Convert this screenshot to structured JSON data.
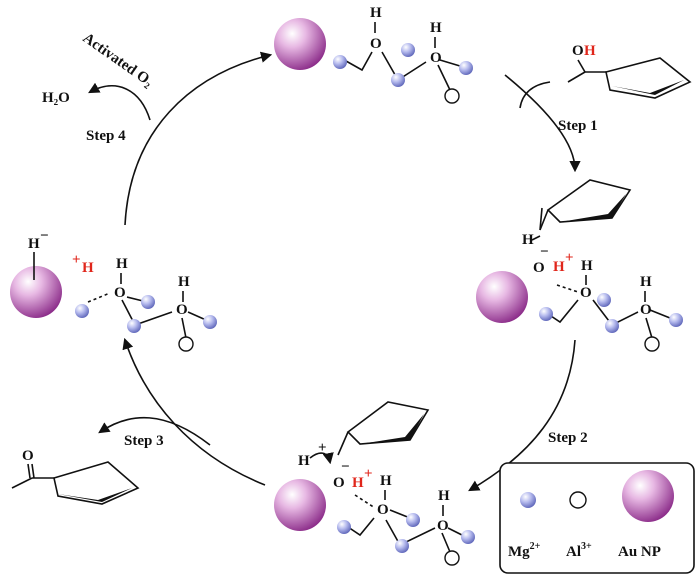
{
  "steps": {
    "step1": "Step 1",
    "step2": "Step 2",
    "step3": "Step 3",
    "step4": "Step 4"
  },
  "activated_o2": "Activated O₂",
  "water": "H₂O",
  "atoms": {
    "H": "H",
    "O": "O"
  },
  "charges": {
    "plus": "+",
    "minus": "−"
  },
  "legend": {
    "mg": "Mg",
    "mg_sup": "2+",
    "al": "Al",
    "al_sup": "3+",
    "au": "Au NP"
  },
  "colors": {
    "red": "#e0261b",
    "mg": "#7f86cf",
    "au": "#a13a9d"
  }
}
